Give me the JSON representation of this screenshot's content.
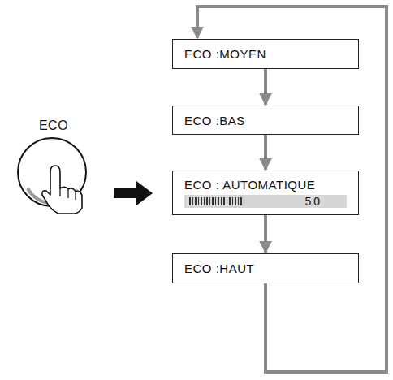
{
  "diagram": {
    "nodes": [
      {
        "text": [
          "ECO"
        ]
      },
      {
        "text": [
          "ECO :MOYEN"
        ]
      },
      {
        "text": [
          "ECO :BAS"
        ]
      },
      {
        "text": [
          "ECO : AUTOMATIQUE",
          "50"
        ]
      },
      {
        "text": [
          "ECO :HAUT"
        ]
      }
    ],
    "edges": [
      {
        "from": 1,
        "to": 2,
        "arrow": "to"
      },
      {
        "from": 2,
        "to": 3,
        "arrow": "to"
      },
      {
        "from": 3,
        "to": 4,
        "arrow": "to"
      },
      {
        "from": 4,
        "to": 1,
        "arrow": "to"
      }
    ]
  }
}
